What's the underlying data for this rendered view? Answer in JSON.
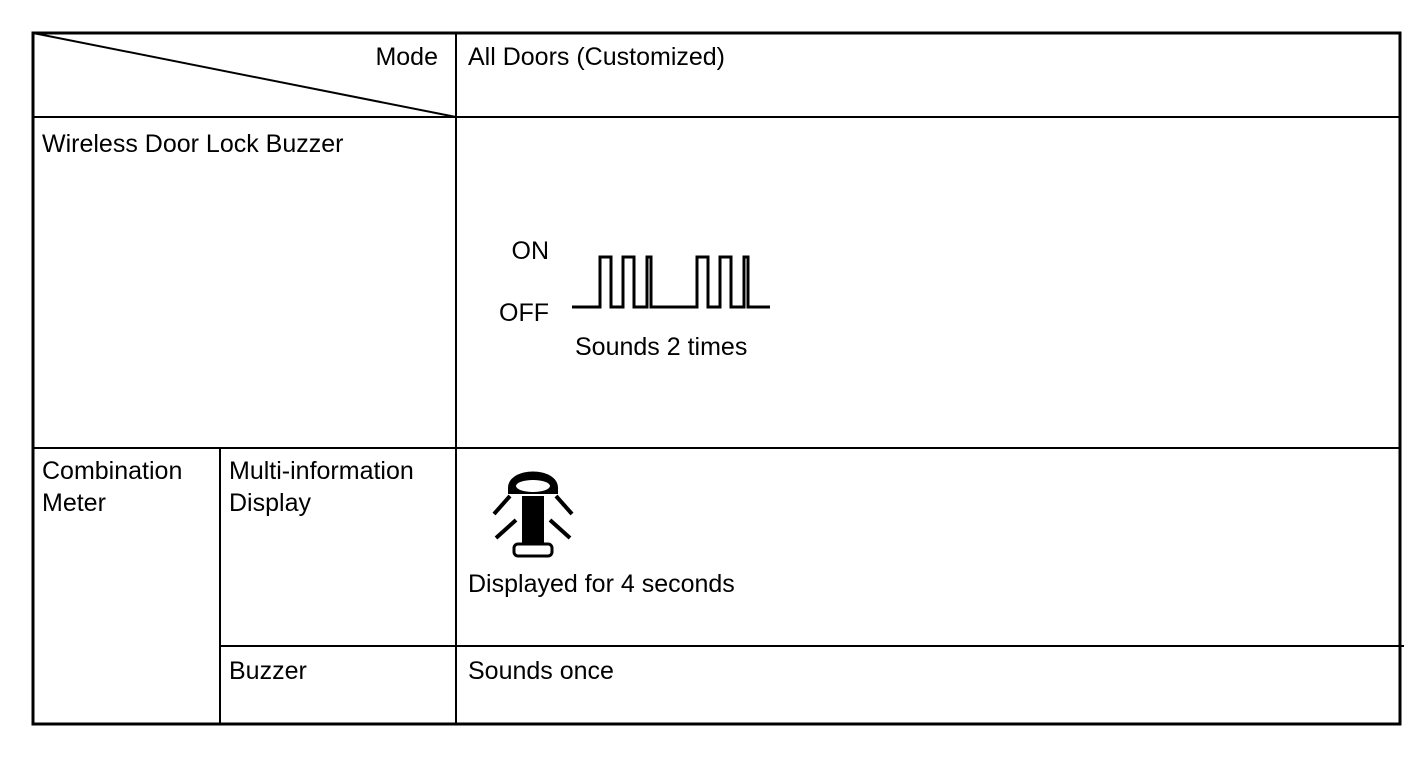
{
  "table": {
    "header": {
      "mode_label": "Mode",
      "mode_value": "All Doors (Customized)"
    },
    "rows": [
      {
        "label": "Wireless Door Lock Buzzer",
        "wave": {
          "on_label": "ON",
          "off_label": "OFF",
          "caption": "Sounds 2 times"
        }
      },
      {
        "group_label_line1": "Combination",
        "group_label_line2": "Meter",
        "sub_label_line1": "Multi-information",
        "sub_label_line2": "Display",
        "icon": "door-open-icon",
        "caption": "Displayed for 4 seconds"
      },
      {
        "sub_label": "Buzzer",
        "value": "Sounds once"
      }
    ]
  }
}
